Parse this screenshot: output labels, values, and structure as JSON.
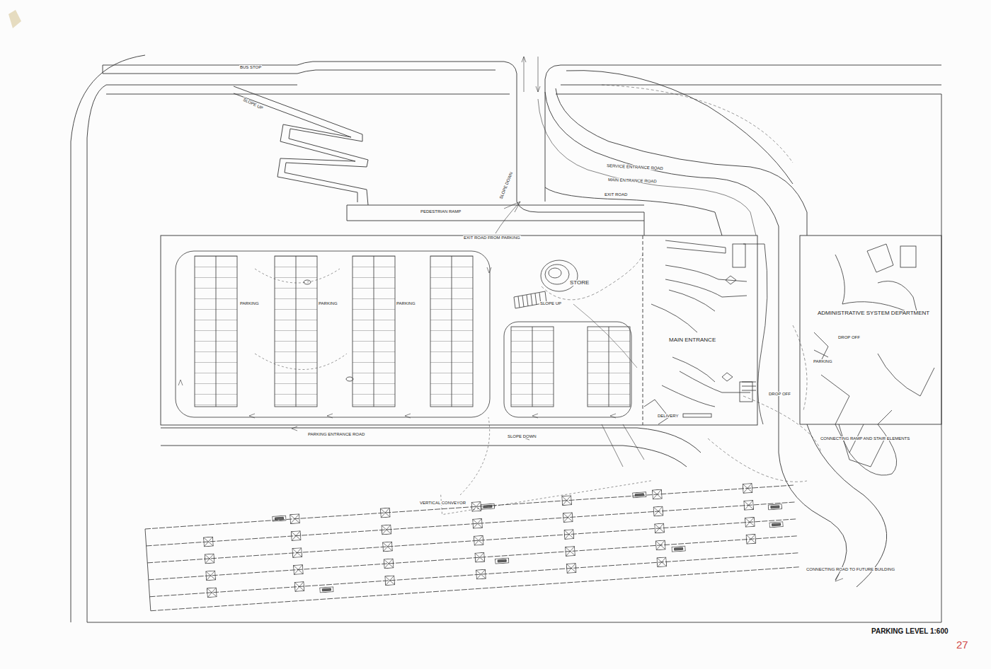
{
  "diagram": {
    "title": "PARKING LEVEL 1:600",
    "labels": [
      "BUS STOP",
      "SLOPE UP",
      "SLOPE DOWN",
      "SERVICE ENTRANCE ROAD",
      "MAIN ENTRANCE ROAD",
      "EXIT ROAD",
      "PEDESTRIAN RAMP",
      "EXIT ROAD FROM PARKING",
      "PARKING",
      "PARKING",
      "PARKING",
      "STORE",
      "SLOPE UP",
      "ADMINISTRATIVE SYSTEM DEPARTMENT",
      "DROP OFF",
      "MAIN ENTRANCE",
      "PARKING",
      "DROP OFF",
      "DELIVERY",
      "PARKING ENTRANCE ROAD",
      "SLOPE DOWN",
      "CONNECTING RAMP AND STAIR ELEMENTS",
      "VERTICAL CONVEYOR",
      "CONNECTING ROAD TO FUTURE BUILDING",
      "27"
    ]
  }
}
